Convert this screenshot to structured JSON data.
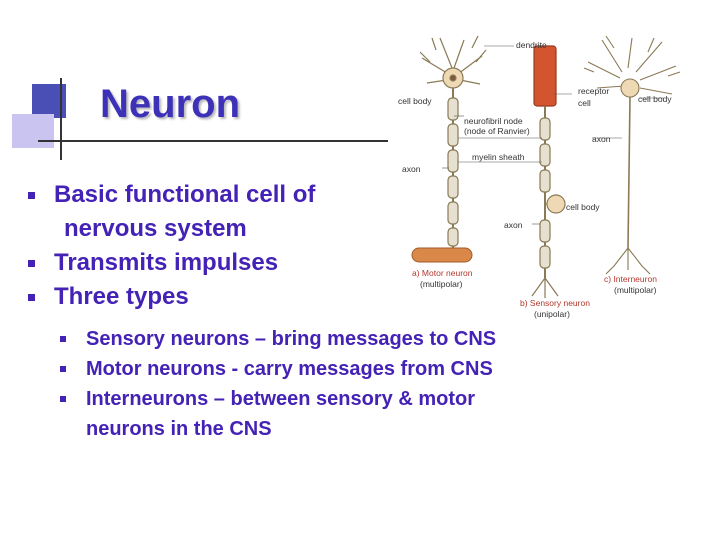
{
  "slide": {
    "title": "Neuron",
    "bullets": [
      {
        "line1": "Basic functional cell of",
        "line2": "nervous system"
      },
      {
        "line1": "Transmits impulses"
      },
      {
        "line1": "Three types"
      }
    ],
    "sub_bullets": [
      {
        "text": "Sensory neurons – bring messages to CNS"
      },
      {
        "text": "Motor neurons - carry messages from CNS"
      },
      {
        "text": "Interneurons – between sensory & motor",
        "line2": "neurons in the CNS"
      }
    ]
  },
  "diagram": {
    "labels": {
      "dendrite": "dendrite",
      "cell_body_left": "cell body",
      "receptor": "receptor",
      "cell": "cell",
      "cell_body_right": "cell body",
      "neurofibril1": "neurofibril node",
      "neurofibril2": "(node of Ranvier)",
      "axon_right": "axon",
      "myelin": "myelin sheath",
      "axon_left": "axon",
      "cell_body_mid": "cell body",
      "axon_mid": "axon",
      "motor1": "a) Motor neuron",
      "motor2": "(multipolar)",
      "inter1": "c) Interneuron",
      "inter2": "(multipolar)",
      "sensory1": "b) Sensory neuron",
      "sensory2": "(unipolar)"
    }
  }
}
